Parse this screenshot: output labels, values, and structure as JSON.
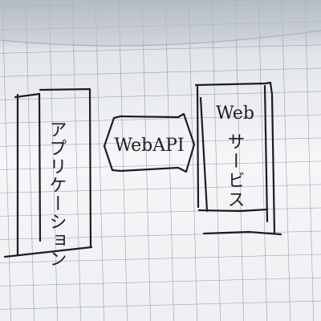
{
  "diagram": {
    "left_box": {
      "label": "アプリケーション"
    },
    "connector": {
      "label": "WebAPI"
    },
    "right_box": {
      "label_line1": "Web",
      "label_line2": "サービス"
    }
  },
  "colors": {
    "paper": "#f7f7f9",
    "grid": "#7d8794",
    "ink": "#1c1c22"
  }
}
